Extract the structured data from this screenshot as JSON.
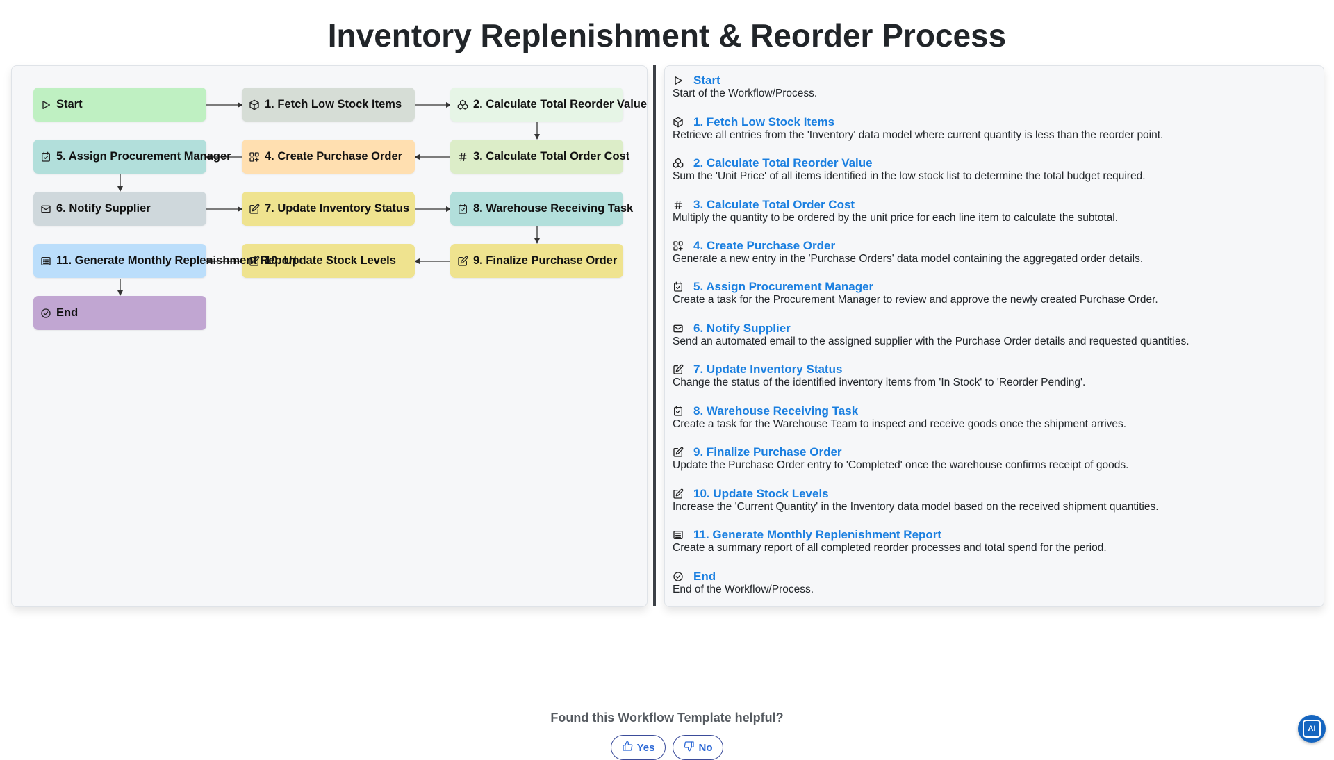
{
  "page": {
    "title": "Inventory Replenishment & Reorder Process"
  },
  "colors": {
    "green": "#bff0c2",
    "sage": "#d6ddd6",
    "mint": "#e6f5e6",
    "peach": "#ffdfb0",
    "lime": "#dcedc8",
    "teal": "#b2dfdb",
    "gray": "#cfd8dc",
    "yellow": "#efe38f",
    "blue": "#bbdefb",
    "purple": "#c1a6d2",
    "accent": "#1a7fe0"
  },
  "nodes": [
    {
      "label": "Start",
      "icon": "play-icon"
    },
    {
      "label": "1. Fetch Low Stock Items",
      "icon": "box-icon"
    },
    {
      "label": "2. Calculate Total Reorder Value",
      "icon": "cubes-icon"
    },
    {
      "label": "3. Calculate Total Order Cost",
      "icon": "hash-icon"
    },
    {
      "label": "4. Create Purchase Order",
      "icon": "grid-plus-icon"
    },
    {
      "label": "5. Assign Procurement Manager",
      "icon": "task-check-icon"
    },
    {
      "label": "6. Notify Supplier",
      "icon": "mail-icon"
    },
    {
      "label": "7. Update Inventory Status",
      "icon": "edit-icon"
    },
    {
      "label": "8. Warehouse Receiving Task",
      "icon": "task-check-icon"
    },
    {
      "label": "9. Finalize Purchase Order",
      "icon": "edit-icon"
    },
    {
      "label": "10. Update Stock Levels",
      "icon": "edit-icon"
    },
    {
      "label": "11. Generate Monthly Replenishment Report",
      "icon": "report-icon"
    },
    {
      "label": "End",
      "icon": "check-circle-icon"
    }
  ],
  "steps": [
    {
      "title": "Start",
      "desc": "Start of the Workflow/Process.",
      "icon": "play-icon"
    },
    {
      "title": "1. Fetch Low Stock Items",
      "desc": "Retrieve all entries from the 'Inventory' data model where current quantity is less than the reorder point.",
      "icon": "box-icon"
    },
    {
      "title": "2. Calculate Total Reorder Value",
      "desc": "Sum the 'Unit Price' of all items identified in the low stock list to determine the total budget required.",
      "icon": "cubes-icon"
    },
    {
      "title": "3. Calculate Total Order Cost",
      "desc": "Multiply the quantity to be ordered by the unit price for each line item to calculate the subtotal.",
      "icon": "hash-icon"
    },
    {
      "title": "4. Create Purchase Order",
      "desc": "Generate a new entry in the 'Purchase Orders' data model containing the aggregated order details.",
      "icon": "grid-plus-icon"
    },
    {
      "title": "5. Assign Procurement Manager",
      "desc": "Create a task for the Procurement Manager to review and approve the newly created Purchase Order.",
      "icon": "task-check-icon"
    },
    {
      "title": "6. Notify Supplier",
      "desc": "Send an automated email to the assigned supplier with the Purchase Order details and requested quantities.",
      "icon": "mail-icon"
    },
    {
      "title": "7. Update Inventory Status",
      "desc": "Change the status of the identified inventory items from 'In Stock' to 'Reorder Pending'.",
      "icon": "edit-icon"
    },
    {
      "title": "8. Warehouse Receiving Task",
      "desc": "Create a task for the Warehouse Team to inspect and receive goods once the shipment arrives.",
      "icon": "task-check-icon"
    },
    {
      "title": "9. Finalize Purchase Order",
      "desc": "Update the Purchase Order entry to 'Completed' once the warehouse confirms receipt of goods.",
      "icon": "edit-icon"
    },
    {
      "title": "10. Update Stock Levels",
      "desc": "Increase the 'Current Quantity' in the Inventory data model based on the received shipment quantities.",
      "icon": "edit-icon"
    },
    {
      "title": "11. Generate Monthly Replenishment Report",
      "desc": "Create a summary report of all completed reorder processes and total spend for the period.",
      "icon": "report-icon"
    },
    {
      "title": "End",
      "desc": "End of the Workflow/Process.",
      "icon": "check-circle-icon"
    }
  ],
  "feedback": {
    "question": "Found this Workflow Template helpful?",
    "yes_label": "Yes",
    "no_label": "No"
  },
  "ai_badge": {
    "label": "AI"
  }
}
